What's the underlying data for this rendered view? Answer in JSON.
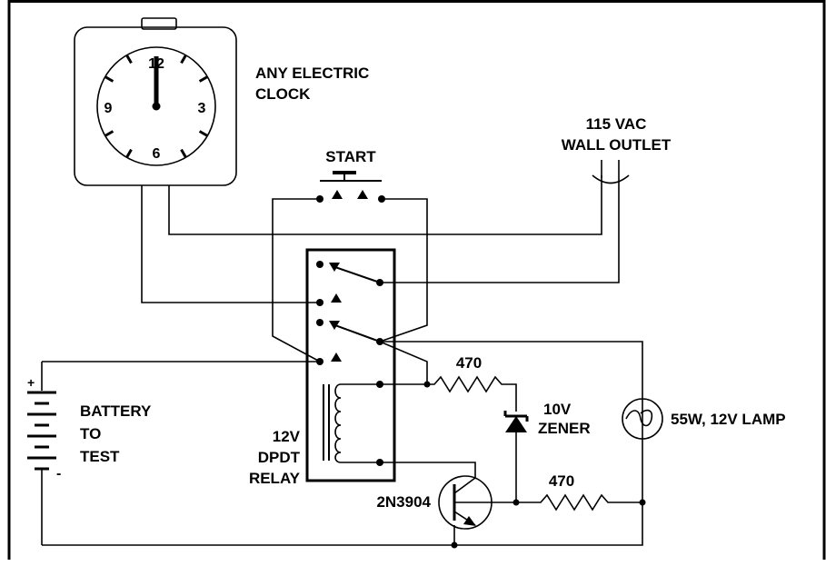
{
  "clock": {
    "label_line1": "ANY ELECTRIC",
    "label_line2": "CLOCK",
    "numerals": {
      "n12": "12",
      "n3": "3",
      "n6": "6",
      "n9": "9"
    }
  },
  "outlet": {
    "label_line1": "115 VAC",
    "label_line2": "WALL OUTLET"
  },
  "start_switch": {
    "label": "START"
  },
  "relay": {
    "label_line1": "12V",
    "label_line2": "DPDT",
    "label_line3": "RELAY"
  },
  "battery": {
    "label_line1": "BATTERY",
    "label_line2": "TO",
    "label_line3": "TEST",
    "plus_sign": "+",
    "minus_sign": "-"
  },
  "resistor_top": {
    "label": "470"
  },
  "resistor_bottom": {
    "label": "470"
  },
  "zener": {
    "label_line1": "10V",
    "label_line2": "ZENER"
  },
  "lamp": {
    "label": "55W, 12V LAMP"
  },
  "transistor": {
    "label": "2N3904"
  }
}
